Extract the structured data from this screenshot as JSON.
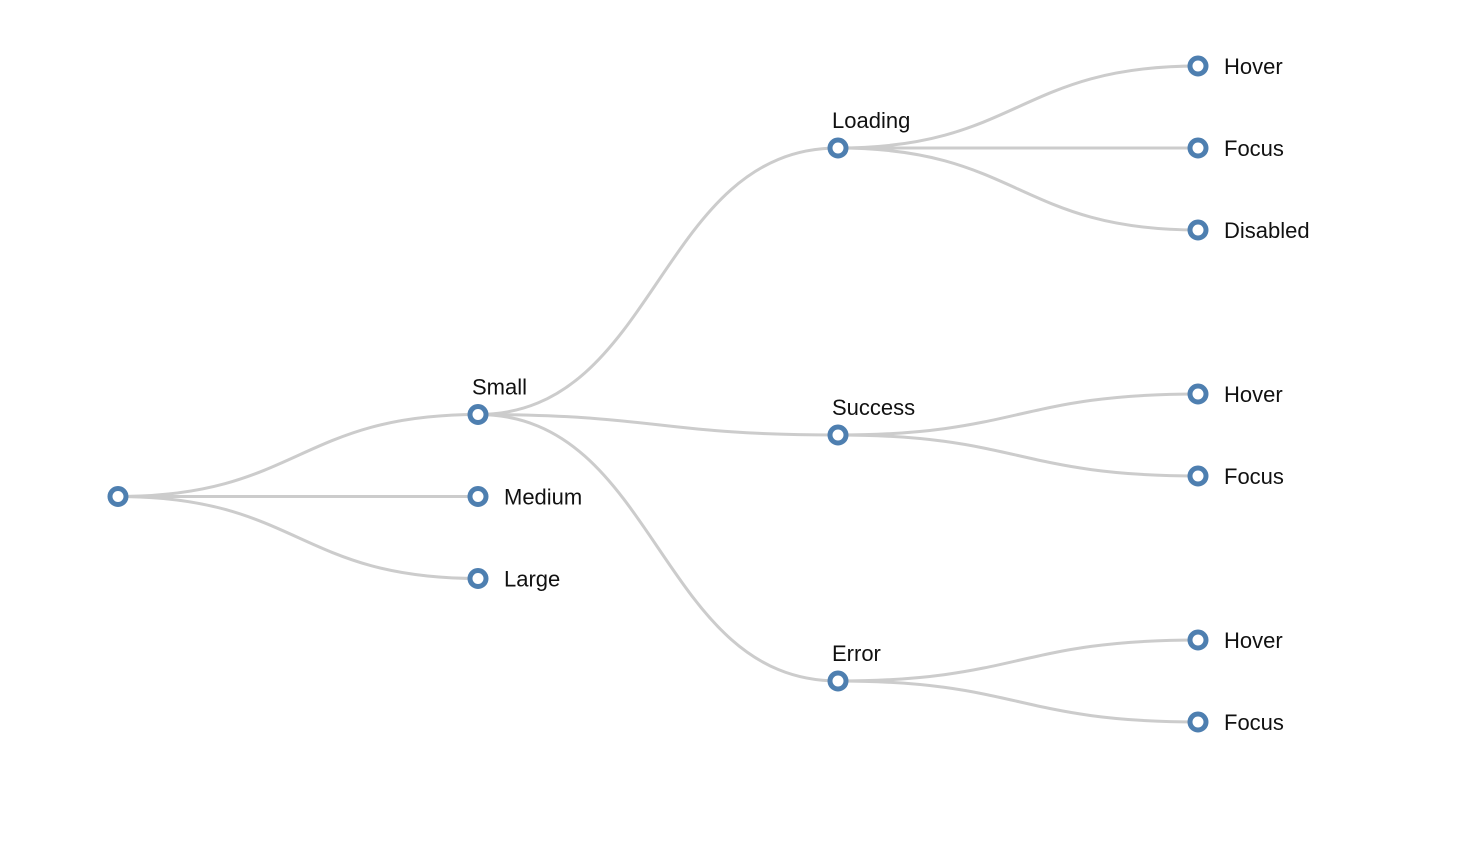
{
  "colors": {
    "node_stroke": "#4e7fb0",
    "link_stroke": "#cccccc",
    "label_text": "#111111",
    "background": "#ffffff"
  },
  "tree": {
    "id": "root",
    "label": "",
    "children": [
      {
        "id": "small",
        "label": "Small",
        "children": [
          {
            "id": "loading",
            "label": "Loading",
            "children": [
              {
                "id": "loading-hover",
                "label": "Hover"
              },
              {
                "id": "loading-focus",
                "label": "Focus"
              },
              {
                "id": "loading-disabled",
                "label": "Disabled"
              }
            ]
          },
          {
            "id": "success",
            "label": "Success",
            "children": [
              {
                "id": "success-hover",
                "label": "Hover"
              },
              {
                "id": "success-focus",
                "label": "Focus"
              }
            ]
          },
          {
            "id": "error",
            "label": "Error",
            "children": [
              {
                "id": "error-hover",
                "label": "Hover"
              },
              {
                "id": "error-focus",
                "label": "Focus"
              }
            ]
          }
        ]
      },
      {
        "id": "medium",
        "label": "Medium"
      },
      {
        "id": "large",
        "label": "Large"
      }
    ]
  }
}
